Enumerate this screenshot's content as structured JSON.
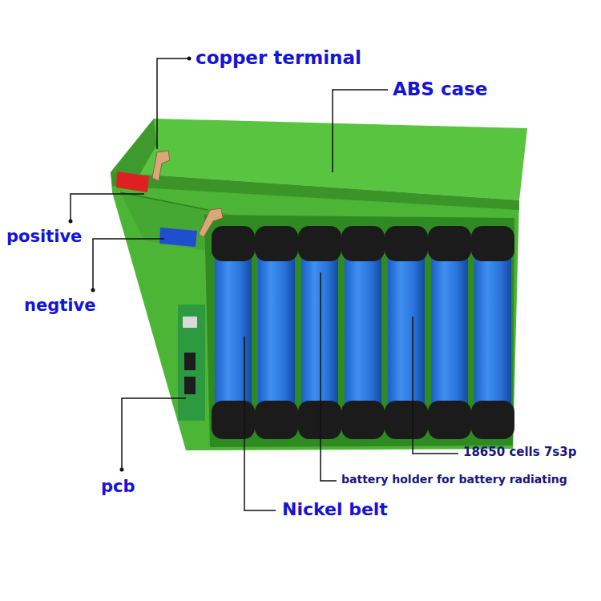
{
  "diagram": {
    "labels": [
      "copper terminal",
      "ABS case",
      "positive",
      "negtive",
      "pcb",
      "Nickel belt",
      "18650 cells 7s3p",
      "battery holder for battery radiating"
    ]
  }
}
